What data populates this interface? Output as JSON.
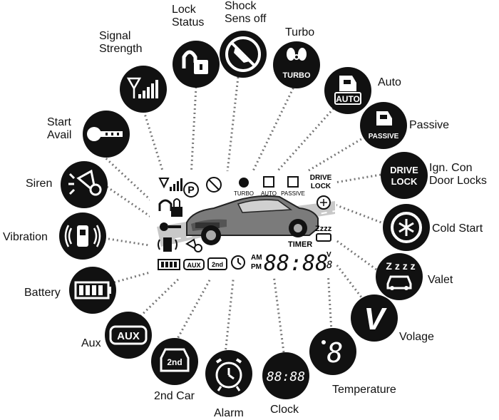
{
  "labels": {
    "lock_status": [
      "Lock",
      "Status"
    ],
    "shock_sens_off": [
      "Shock",
      "Sens off"
    ],
    "turbo": "Turbo",
    "signal_strength": [
      "Signal",
      "Strength"
    ],
    "auto": "Auto",
    "passive": "Passive",
    "start_avail": [
      "Start",
      "Avail"
    ],
    "ign_con_door_locks": [
      "Ign. Con",
      "Door Locks"
    ],
    "siren": "Siren",
    "cold_start": "Cold Start",
    "vibration": "Vibration",
    "valet": "Valet",
    "battery": "Battery",
    "volage": "Volage",
    "aux": "Aux",
    "temperature": "Temperature",
    "second_car": "2nd Car",
    "alarm": "Alarm",
    "clock": "Clock"
  },
  "badges": {
    "turbo": "TURBO",
    "auto": "AUTO",
    "passive": "PASSIVE",
    "drive": "DRIVE",
    "lock": "LOCK",
    "aux": "AUX",
    "second": "2nd",
    "clock": "88:88",
    "volt": "V",
    "temp": "8"
  },
  "lcd": {
    "turbo": "TURBO",
    "auto": "AUTO",
    "passive": "PASSIVE",
    "drive": "DRIVE",
    "lock": "LOCK",
    "aux": "AUX",
    "second": "2nd",
    "timer": "TIMER",
    "am": "AM",
    "pm": "PM",
    "time": "88:88",
    "volt": "V",
    "temp": "8",
    "zzz": "Zzzz"
  }
}
